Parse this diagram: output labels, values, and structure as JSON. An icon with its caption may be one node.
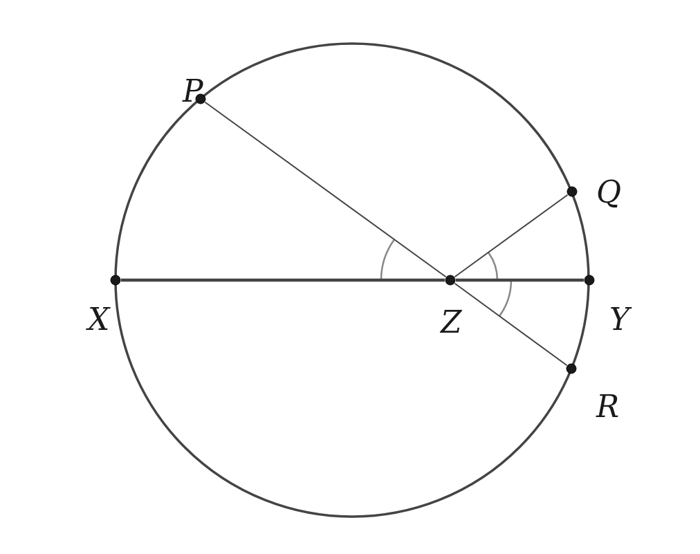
{
  "diagram": {
    "nodes": [
      {
        "text": [
          "P"
        ]
      },
      {
        "text": [
          "Q"
        ]
      },
      {
        "text": [
          "X"
        ]
      },
      {
        "text": [
          "Z"
        ]
      },
      {
        "text": [
          "Y"
        ]
      },
      {
        "text": [
          "R"
        ]
      }
    ],
    "edges": [
      {
        "from": 2,
        "to": 3,
        "arrow": "none",
        "style": "thick"
      },
      {
        "from": 3,
        "to": 4,
        "arrow": "none",
        "style": "thick"
      },
      {
        "from": 0,
        "to": 3,
        "arrow": "none"
      },
      {
        "from": 3,
        "to": 5,
        "arrow": "none"
      },
      {
        "from": 3,
        "to": 1,
        "arrow": "none"
      }
    ]
  }
}
